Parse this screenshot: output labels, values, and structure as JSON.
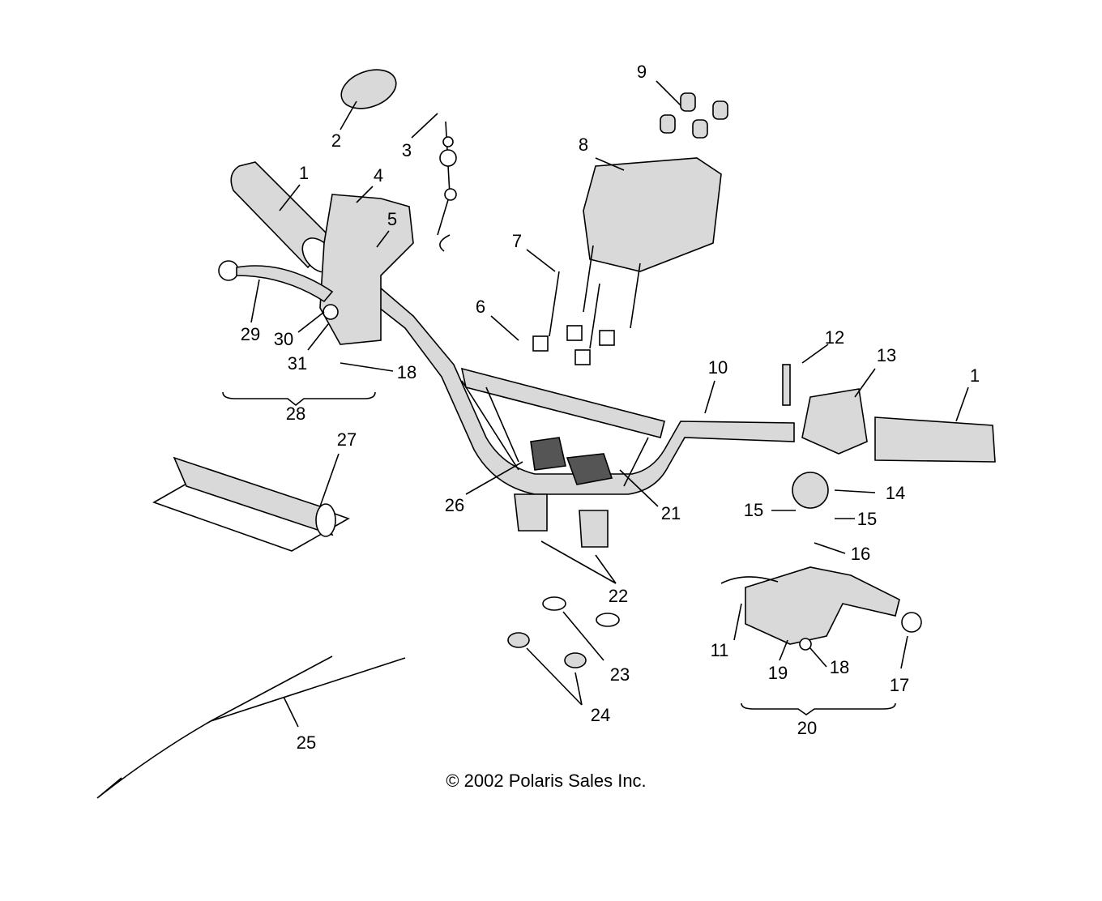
{
  "diagram": {
    "callouts": [
      "1",
      "2",
      "3",
      "4",
      "5",
      "6",
      "7",
      "8",
      "9",
      "10",
      "11",
      "12",
      "13",
      "1",
      "14",
      "15",
      "15",
      "16",
      "17",
      "18",
      "19",
      "20",
      "21",
      "22",
      "23",
      "24",
      "25",
      "26",
      "27",
      "28",
      "29",
      "30",
      "31",
      "18"
    ],
    "copyright": "© 2002 Polaris Sales Inc."
  }
}
